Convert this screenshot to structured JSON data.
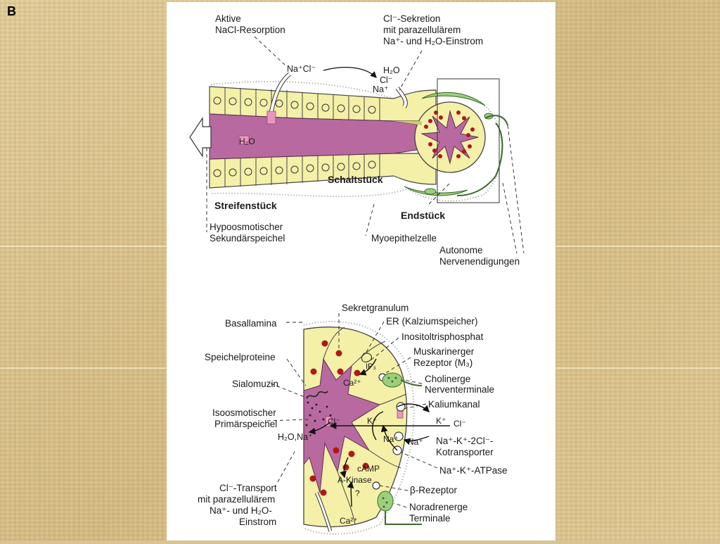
{
  "slide": {
    "letter": "B"
  },
  "colors": {
    "cell": "#f4f0a8",
    "lumen": "#b86aa0",
    "granule": "#b01818",
    "myo": "#9ccf7c",
    "accent": "#e896c0"
  },
  "top": {
    "active_resorption": [
      "Aktive",
      "NaCl-Resorption"
    ],
    "secretion": [
      "Cl⁻-Sekretion",
      "mit parazellulärem",
      "Na⁺- und H₂O-Einstrom"
    ],
    "ion_nacl": "Na⁺Cl⁻",
    "ion_h2o": "H₂O",
    "ion_cl": "Cl⁻",
    "ion_na": "Na⁺",
    "lumen_h2o": "H₂O",
    "streifenstueck": "Streifenstück",
    "schaltstueck": "Schaltstück",
    "endstueck": "Endstück",
    "hypo": [
      "Hypoosmotischer",
      "Sekundärspeichel"
    ],
    "myoepithel": "Myoepithelzelle",
    "autonome": [
      "Autonome",
      "Nervenendigungen"
    ]
  },
  "bottom": {
    "sekretgranulum": "Sekretgranulum",
    "basallamina": "Basallamina",
    "er": "ER (Kalziumspeicher)",
    "inositol": "Inositoltrisphosphat",
    "muskarin": [
      "Muskarinerger",
      "Rezeptor (M₃)"
    ],
    "speichelproteine": "Speichelproteine",
    "cholinerge": [
      "Cholinerge",
      "Nerventerminale"
    ],
    "sialomuzin": "Sialomuzin",
    "kaliumkanal": "Kaliumkanal",
    "isoosmotisch": [
      "Isoosmotischer",
      "Primärspeichel"
    ],
    "kotransporter": [
      "Na⁺-K⁺-2Cl⁻-",
      "Kotransporter"
    ],
    "atpase": "Na⁺-K⁺-ATPase",
    "beta": "β-Rezeptor",
    "noradrenerg": [
      "Noradrenerge",
      "Terminale"
    ],
    "cl_transport": [
      "Cl⁻-Transport",
      "mit parazellulärem",
      "Na⁺- und H₂O-",
      "Einstrom"
    ],
    "h2o_na": "H₂O,Na⁺",
    "ip3": "IP₃",
    "ca_in": "Ca²⁺",
    "ca_out": "Ca²⁺",
    "camp": "cAMP",
    "akinase": "A-Kinase",
    "question": "?",
    "k_in": "K⁺",
    "k_out": "K⁺",
    "cl_out": "Cl⁻",
    "cl_lumen": "Cl⁻",
    "na_in": "Na⁺",
    "na_out": "Na⁺"
  }
}
